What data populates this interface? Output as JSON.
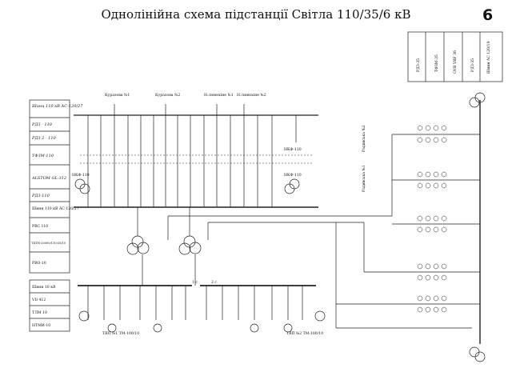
{
  "title": "Однолінійна схема підстанції Світла 110/35/6 кВ",
  "slide_number": "6",
  "legend_110": [
    "Шини 110 кВ АС-120/27",
    "РДЗ - 110",
    "РДЗ 2 - 110",
    "ТФЗМ-110",
    "ALSTOM GL-312",
    "РДЗ-110",
    "Шини 110 кВ АС-120/27",
    "РВС 110",
    "ТДТН-25000/110/35/10",
    "РВО-10"
  ],
  "legend_10": [
    "Шини 10 кВ",
    "VD 412",
    "ТЛМ 10",
    "НТМИ-10"
  ],
  "legend_35": [
    "РДЗ-35",
    "ТФЗМ-35",
    "OVB VBF 36",
    "РДЗ-35",
    "Шини АС 120/19"
  ],
  "line_labels": [
    "Куразова №1",
    "Куразова №2",
    "Н.синюхіне №1",
    "Н.синюхіне №2"
  ],
  "nkf_left": "НКФ-110",
  "nkf_right1": "НКФ-110",
  "nkf_right2": "НКФ-110",
  "radyvka": [
    "Радивська №2",
    "Радивська №1"
  ],
  "section_labels": [
    "1 с",
    "2 с"
  ],
  "tsn": [
    "ТВП №1 ТМ-100/10",
    "ТВП №2 ТМ-100/10"
  ]
}
